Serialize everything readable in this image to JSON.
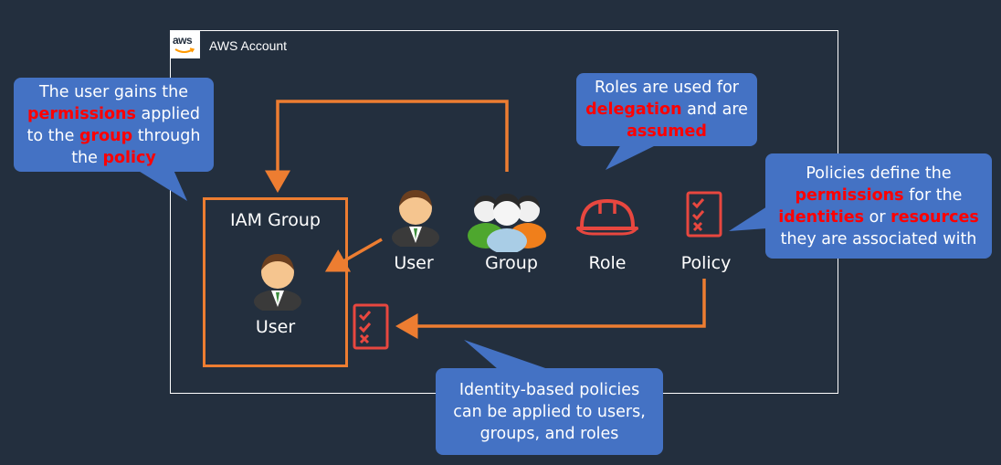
{
  "account": {
    "logo_text": "aws",
    "title": "AWS Account"
  },
  "group_box": {
    "title": "IAM Group",
    "member_label": "User"
  },
  "entities": {
    "user": "User",
    "group": "Group",
    "role": "Role",
    "policy": "Policy"
  },
  "callouts": {
    "user_gains": {
      "line1": "The user gains the",
      "line2_hl": "permissions",
      "line2_rest": " applied",
      "line3_pre": "to the ",
      "line3_hl": "group",
      "line3_rest": " through",
      "line4_pre": "the ",
      "line4_hl": "policy"
    },
    "roles": {
      "line1": "Roles are used for",
      "line2_hl": "delegation",
      "line2_rest": " and are",
      "line3_hl": "assumed"
    },
    "policies": {
      "line1": "Policies define the",
      "line2_hl": "permissions",
      "line2_rest": " for the",
      "line3_hl1": "identities",
      "line3_mid": " or ",
      "line3_hl2": "resources",
      "line4": "they are associated with"
    },
    "identity_policies": {
      "line1": "Identity-based policies",
      "line2": "can be applied to users,",
      "line3": "groups, and roles"
    }
  },
  "colors": {
    "background": "#232f3e",
    "arrow": "#ed7d31",
    "callout": "#4472c4",
    "highlight": "#ff0000",
    "role_icon": "#e8473f",
    "policy_icon": "#e8473f"
  }
}
